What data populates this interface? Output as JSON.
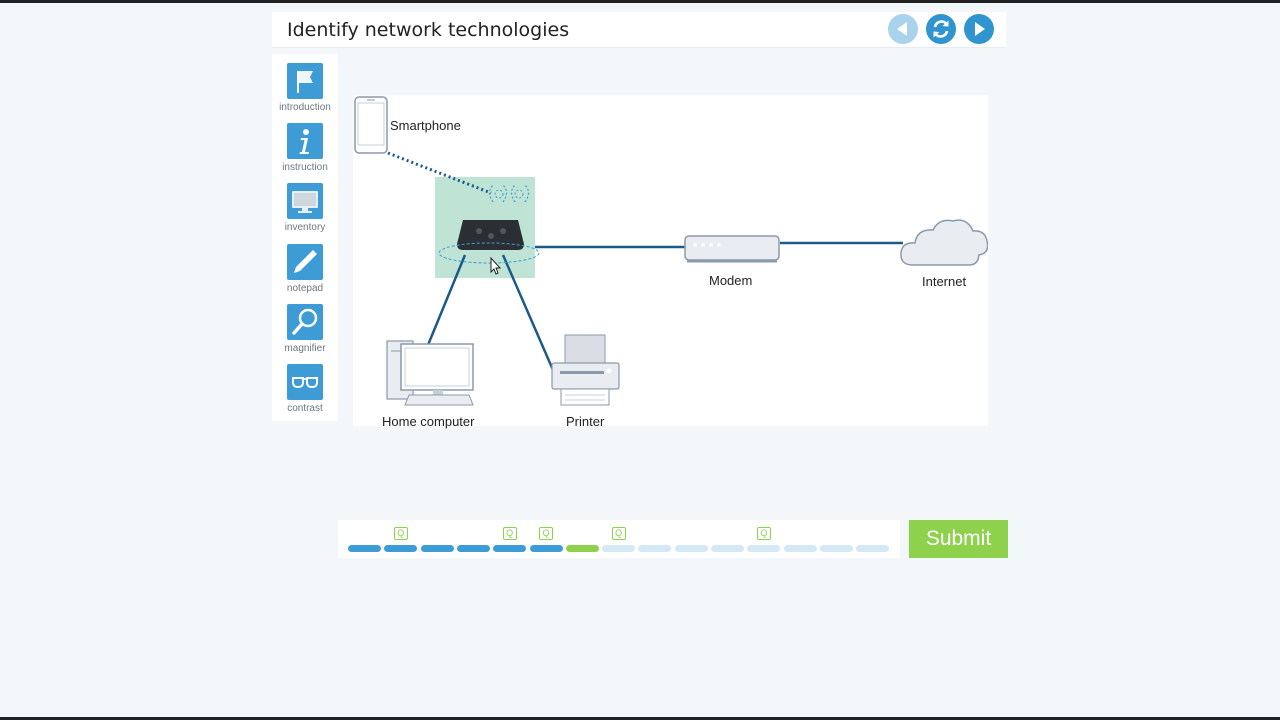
{
  "header": {
    "title": "Identify network technologies",
    "back_icon": "back-arrow-icon",
    "reload_icon": "reload-icon",
    "next_icon": "next-arrow-icon"
  },
  "toolbar": {
    "items": [
      {
        "label": "introduction",
        "icon": "flag-icon"
      },
      {
        "label": "instruction",
        "icon": "info-icon"
      },
      {
        "label": "inventory",
        "icon": "monitor-icon"
      },
      {
        "label": "notepad",
        "icon": "pencil-icon"
      },
      {
        "label": "magnifier",
        "icon": "magnifier-icon"
      },
      {
        "label": "contrast",
        "icon": "glasses-icon"
      }
    ]
  },
  "diagram": {
    "devices": {
      "smartphone": "Smartphone",
      "router": "",
      "modem": "Modem",
      "internet": "Internet",
      "home_computer": "Home computer",
      "printer": "Printer"
    },
    "selected_device": "router",
    "colors": {
      "cable": "#1c5a8a",
      "wireless": "#1c5a8a",
      "device_outline": "#8a9aab",
      "selection": "#bfe3d4"
    }
  },
  "progress": {
    "segments": [
      "done",
      "done",
      "done",
      "done",
      "done",
      "done",
      "current",
      "todo",
      "todo",
      "todo",
      "todo",
      "todo",
      "todo",
      "todo",
      "todo"
    ],
    "question_markers": [
      {
        "segment": 1,
        "label": "Q"
      },
      {
        "segment": 4,
        "label": "Q"
      },
      {
        "segment": 5,
        "label": "Q"
      },
      {
        "segment": 7,
        "label": "Q"
      },
      {
        "segment": 11,
        "label": "Q"
      }
    ],
    "colors": {
      "done": "#3d9cd6",
      "current": "#8dd14d",
      "todo": "#d4e9f5"
    }
  },
  "submit": {
    "label": "Submit",
    "color": "#8dd14d"
  }
}
